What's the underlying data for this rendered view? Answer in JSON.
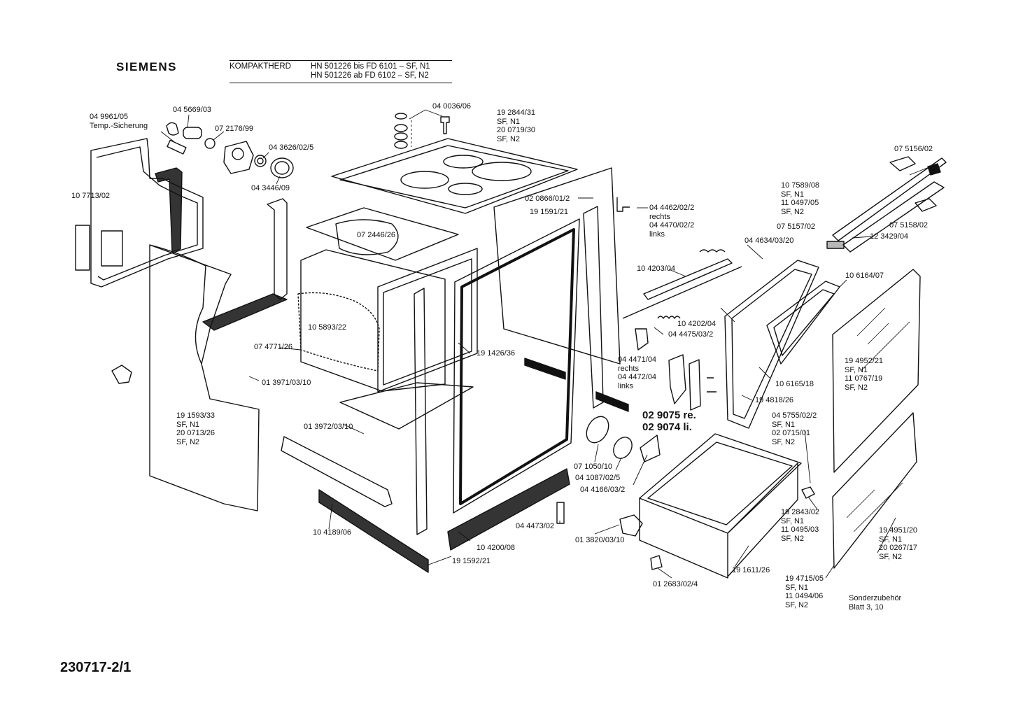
{
  "header": {
    "brand": "SIEMENS",
    "title": "KOMPAKTHERD",
    "model_line_1": "HN 501226 bis FD 6101 – SF, N1",
    "model_line_2": "HN 501226 ab FD 6102 – SF, N2"
  },
  "doc_number": "230717-2/1",
  "part_labels": [
    {
      "id": "p-04-9961-05",
      "lines": [
        "04 9961/05",
        "Temp.-Sicherung"
      ]
    },
    {
      "id": "p-04-5669-03",
      "lines": [
        "04 5669/03"
      ]
    },
    {
      "id": "p-07-2176-99",
      "lines": [
        "07 2176/99"
      ]
    },
    {
      "id": "p-04-3626-02-5",
      "lines": [
        "04 3626/02/5"
      ]
    },
    {
      "id": "p-04-3446-09",
      "lines": [
        "04 3446/09"
      ]
    },
    {
      "id": "p-10-7713-02",
      "lines": [
        "10 7713/02"
      ]
    },
    {
      "id": "p-04-0036-06",
      "lines": [
        "04 0036/06"
      ]
    },
    {
      "id": "p-19-2844-31",
      "lines": [
        "19 2844/31",
        "SF, N1",
        "20 0719/30",
        "SF, N2"
      ]
    },
    {
      "id": "p-02-0866-01-2",
      "lines": [
        "02 0866/01/2"
      ]
    },
    {
      "id": "p-19-1591-21",
      "lines": [
        "19 1591/21"
      ]
    },
    {
      "id": "p-07-2446-26",
      "lines": [
        "07 2446/26"
      ]
    },
    {
      "id": "p-04-4462-02-2",
      "lines": [
        "04 4462/02/2",
        "rechts",
        "04 4470/02/2",
        "links"
      ]
    },
    {
      "id": "p-07-5156-02",
      "lines": [
        "07 5156/02"
      ]
    },
    {
      "id": "p-10-7589-08",
      "lines": [
        "10 7589/08",
        "SF, N1",
        "11 0497/05",
        "SF, N2"
      ]
    },
    {
      "id": "p-07-5157-02",
      "lines": [
        "07 5157/02"
      ]
    },
    {
      "id": "p-07-5158-02",
      "lines": [
        "07 5158/02"
      ]
    },
    {
      "id": "p-12-3429-04",
      "lines": [
        "12 3429/04"
      ]
    },
    {
      "id": "p-04-4634-03-20",
      "lines": [
        "04 4634/03/20"
      ]
    },
    {
      "id": "p-10-4203-04",
      "lines": [
        "10 4203/04"
      ]
    },
    {
      "id": "p-10-6164-07",
      "lines": [
        "10 6164/07"
      ]
    },
    {
      "id": "p-10-4202-04",
      "lines": [
        "10 4202/04"
      ]
    },
    {
      "id": "p-04-4475-03-2",
      "lines": [
        "04 4475/03/2"
      ]
    },
    {
      "id": "p-10-5893-22",
      "lines": [
        "10 5893/22"
      ]
    },
    {
      "id": "p-07-4771-26",
      "lines": [
        "07 4771/26"
      ]
    },
    {
      "id": "p-19-1426-36",
      "lines": [
        "19 1426/36"
      ]
    },
    {
      "id": "p-04-4471-04",
      "lines": [
        "04 4471/04",
        "rechts",
        "04 4472/04",
        "links"
      ]
    },
    {
      "id": "p-19-4952-21",
      "lines": [
        "19 4952/21",
        "SF, N1",
        "11 0767/19",
        "SF, N2"
      ]
    },
    {
      "id": "p-01-3971-03-10",
      "lines": [
        "01 3971/03/10"
      ]
    },
    {
      "id": "p-10-6165-18",
      "lines": [
        "10 6165/18"
      ]
    },
    {
      "id": "p-19-4818-26",
      "lines": [
        "19 4818/26"
      ]
    },
    {
      "id": "p-02-9075",
      "lines": [
        "02 9075 re.",
        "02 9074 li."
      ],
      "emphasis": true
    },
    {
      "id": "p-19-1593-33",
      "lines": [
        "19 1593/33",
        "SF, N1",
        "20 0713/26",
        "SF, N2"
      ]
    },
    {
      "id": "p-04-5755-02-2",
      "lines": [
        "04 5755/02/2",
        "SF, N1",
        "02 0715/01",
        "SF, N2"
      ]
    },
    {
      "id": "p-01-3972-03-10",
      "lines": [
        "01 3972/03/10"
      ]
    },
    {
      "id": "p-07-1050-10",
      "lines": [
        "07 1050/10"
      ]
    },
    {
      "id": "p-04-1087-02-5",
      "lines": [
        "04 1087/02/5"
      ]
    },
    {
      "id": "p-04-4166-03-2",
      "lines": [
        "04 4166/03/2"
      ]
    },
    {
      "id": "p-19-2843-02",
      "lines": [
        "19 2843/02",
        "SF, N1",
        "11 0495/03",
        "SF, N2"
      ]
    },
    {
      "id": "p-19-4951-20",
      "lines": [
        "19 4951/20",
        "SF, N1",
        "20 0267/17",
        "SF, N2"
      ]
    },
    {
      "id": "p-04-4473-02",
      "lines": [
        "04 4473/02"
      ]
    },
    {
      "id": "p-10-4189-06",
      "lines": [
        "10 4189/06"
      ]
    },
    {
      "id": "p-10-4200-08",
      "lines": [
        "10 4200/08"
      ]
    },
    {
      "id": "p-01-3820-03-10",
      "lines": [
        "01 3820/03/10"
      ]
    },
    {
      "id": "p-19-1592-21",
      "lines": [
        "19 1592/21"
      ]
    },
    {
      "id": "p-19-1611-26",
      "lines": [
        "19 1611/26"
      ]
    },
    {
      "id": "p-19-4715-05",
      "lines": [
        "19 4715/05",
        "SF, N1",
        "11 0494/06",
        "SF, N2"
      ]
    },
    {
      "id": "p-sonderzubehoer",
      "lines": [
        "Sonderzubehör",
        "Blatt 3, 10"
      ]
    },
    {
      "id": "p-01-2683-02-4",
      "lines": [
        "01 2683/02/4"
      ]
    }
  ],
  "colors": {
    "ink": "#111111",
    "paper": "#ffffff"
  }
}
